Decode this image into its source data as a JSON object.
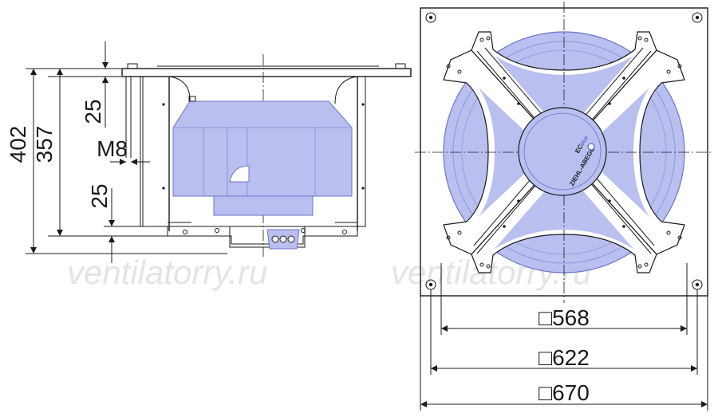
{
  "watermarks": {
    "left": "ventilatorry.ru",
    "right": "ventilatorry.ru"
  },
  "side_view": {
    "dimensions": {
      "overall_height": "402",
      "inner_height": "357",
      "top_offset": "25",
      "bolt": "M8",
      "bottom_offset": "25"
    }
  },
  "front_view": {
    "dimensions": {
      "hole_spacing": "□568",
      "mount_spacing": "□622",
      "plate_width": "□670"
    },
    "motor_label": {
      "brand": "ZIEHL-ABEGG",
      "series_prefix": "EC",
      "series_suffix": "blue"
    }
  },
  "colors": {
    "impeller_fill": "#b9bfef",
    "impeller_stroke": "#6b76c9",
    "plate_fill": "#ffffff",
    "line": "#1a1a1a"
  }
}
